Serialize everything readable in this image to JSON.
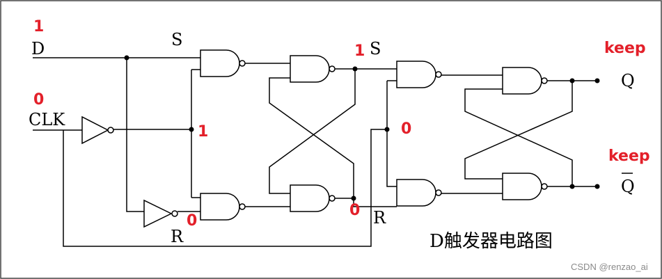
{
  "title": "D触发器电路图",
  "signals": {
    "d": "D",
    "clk": "CLK",
    "s_master": "S",
    "r_master": "R",
    "s_slave": "S",
    "r_slave": "R",
    "q": "Q",
    "q_bar": "Q"
  },
  "values": {
    "d": "1",
    "clk": "0",
    "master_s_gate_input": "1",
    "master_r_gate_input": "0",
    "slave_s_input": "1",
    "slave_r_input": "0",
    "slave_clk_input": "0",
    "q_state": "keep",
    "q_bar_state": "keep"
  },
  "watermark": "CSDN @renzao_ai",
  "colors": {
    "value_red": "#e3202a",
    "wire": "#000000",
    "frame": "#444444"
  }
}
